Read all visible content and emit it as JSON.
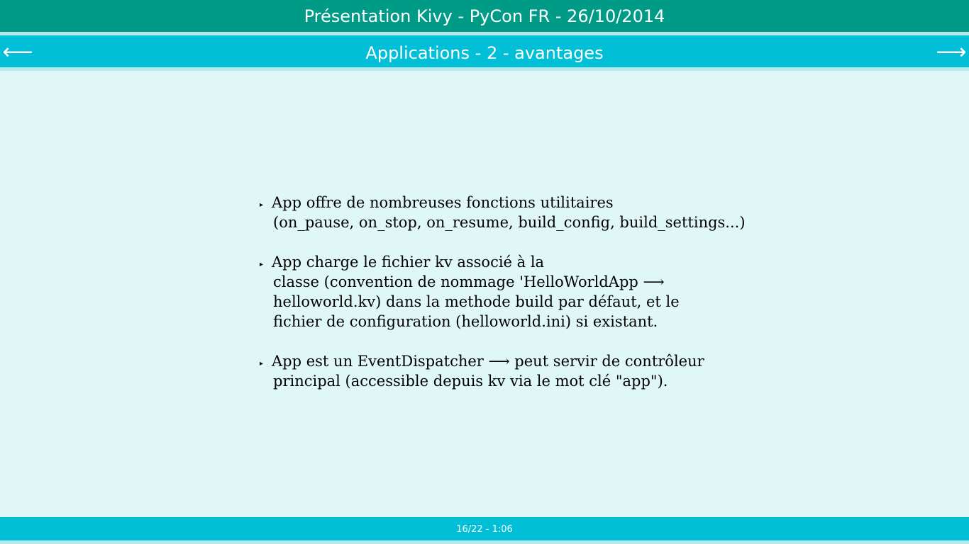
{
  "header": {
    "title": "Présentation Kivy - PyCon FR - 26/10/2014"
  },
  "nav": {
    "slide_title": "Applications - 2 - avantages",
    "prev_arrow": "⟵",
    "next_arrow": "⟶"
  },
  "bullet_marker": "▸",
  "bullets": [
    {
      "lines": [
        "App offre de nombreuses fonctions utilitaires",
        "(on_pause, on_stop, on_resume, build_config, build_settings...)"
      ]
    },
    {
      "lines": [
        "App charge le fichier kv associé à la",
        "classe (convention de nommage 'HelloWorldApp ⟶",
        "helloworld.kv) dans la methode build par défaut, et le",
        "fichier de configuration (helloworld.ini) si existant."
      ]
    },
    {
      "lines": [
        "App est un EventDispatcher ⟶ peut servir de contrôleur",
        "principal (accessible depuis kv via le mot clé \"app\")."
      ]
    }
  ],
  "footer": {
    "progress": "16/22 - 1:06"
  },
  "colors": {
    "title_bar": "#009b86",
    "nav_bar": "#00bfd6",
    "separator": "#b8e8ea",
    "background": "#e0f7f8",
    "text": "#000000"
  }
}
